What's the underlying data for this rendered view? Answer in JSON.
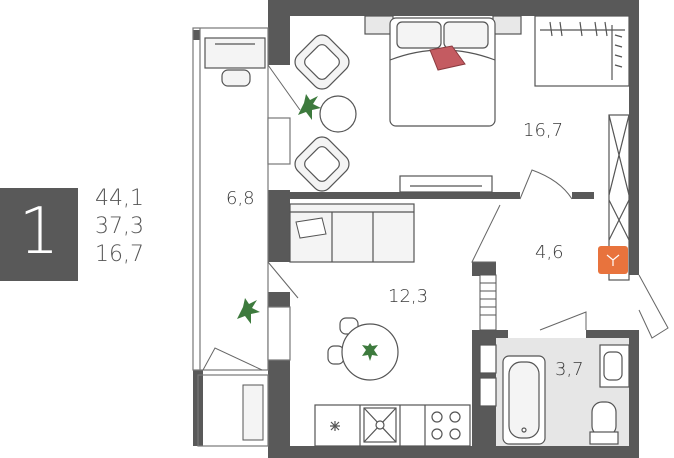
{
  "unit": {
    "rooms_count": "1",
    "areas": [
      "44,1",
      "37,3",
      "16,7"
    ]
  },
  "rooms": {
    "bedroom": "16,7",
    "balcony": "6,8",
    "hall": "4,6",
    "living_kitchen": "12,3",
    "bathroom": "3,7"
  },
  "colors": {
    "wall": "#595959",
    "badge": "#595959",
    "furniture_fill": "#f4f4f4",
    "furniture_stroke": "#555555",
    "boiler": "#e8733d",
    "bath_floor": "#e6e6e6",
    "plant": "#3d7a3d",
    "cushion": "#c45b61"
  }
}
